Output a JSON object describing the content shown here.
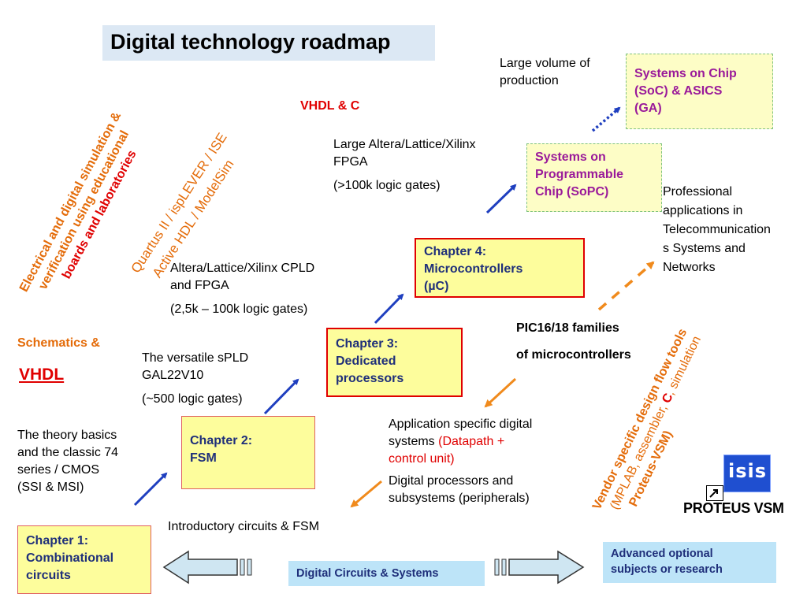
{
  "title": "Digital  technology  roadmap",
  "top_right_note": [
    "Large volume of",
    "production"
  ],
  "soc_box": [
    "Systems on Chip",
    "(SoC) & ASICS",
    "(GA)"
  ],
  "vhdl_c": "VHDL & C",
  "large_fpga": {
    "line1": "Large Altera/Lattice/Xilinx",
    "line2": "FPGA",
    "gates": "(>100k logic gates)"
  },
  "sopc_box": [
    "Systems on",
    "Programmable",
    "Chip (SoPC)"
  ],
  "professional": [
    "Professional",
    "applications in",
    "Telecommunication",
    "s Systems and",
    "Networks"
  ],
  "chapter4": [
    "Chapter 4:",
    "Microcontrollers",
    "(µC)"
  ],
  "cpld": {
    "line1": "Altera/Lattice/Xilinx CPLD",
    "line2": "and FPGA",
    "gates": "(2,5k – 100k logic gates)"
  },
  "pic": [
    "PIC16/18 families",
    "of microcontrollers"
  ],
  "schematics": "Schematics  &",
  "vhdl": "VHDL",
  "chapter3": [
    "Chapter 3:",
    "Dedicated",
    "processors"
  ],
  "gal": {
    "line1": "The versatile sPLD",
    "line2": "GAL22V10",
    "gates": "(~500 logic gates)"
  },
  "app_specific": {
    "line1": "Application specific digital",
    "line2_prefix": "systems  ",
    "line2_red": "(Datapath +",
    "line3": "control unit)",
    "line4": "Digital processors and",
    "line5": "subsystems (peripherals)"
  },
  "theory": [
    "The theory basics",
    "and the classic 74",
    "series / CMOS",
    "(SSI & MSI)"
  ],
  "chapter2": [
    "Chapter 2:",
    "FSM"
  ],
  "introductory": "Introductory circuits & FSM",
  "chapter1": [
    "Chapter 1:",
    "Combinational",
    "circuits"
  ],
  "digital_circuits": "Digital Circuits & Systems",
  "advanced": [
    "Advanced optional",
    "subjects or research"
  ],
  "rotated_left": {
    "line1": "Electrical and digital simulation &",
    "line2": "verification  using educational",
    "line3": "boards and laboratories"
  },
  "rotated_quartus": {
    "line1": "Quartus II / ispLEVER / ISE",
    "line2": "Active HDL / ModelSim"
  },
  "rotated_vendor": {
    "line1": "Vendor specific design flow tools",
    "line2_prefix": "(MPLAB, assembler, ",
    "line2_c": "C",
    "line2_suffix": ", simulation",
    "line3": "Proteus-VSM)"
  },
  "logo": {
    "badge": "isis",
    "label": "PROTEUS VSM"
  },
  "colors": {
    "red": "#e00000",
    "orange": "#e46c0a",
    "blue": "#1f3fbf",
    "navy": "#1f2f7a",
    "yellow": "#fdfd9c",
    "lightblue": "#bde4f8"
  }
}
